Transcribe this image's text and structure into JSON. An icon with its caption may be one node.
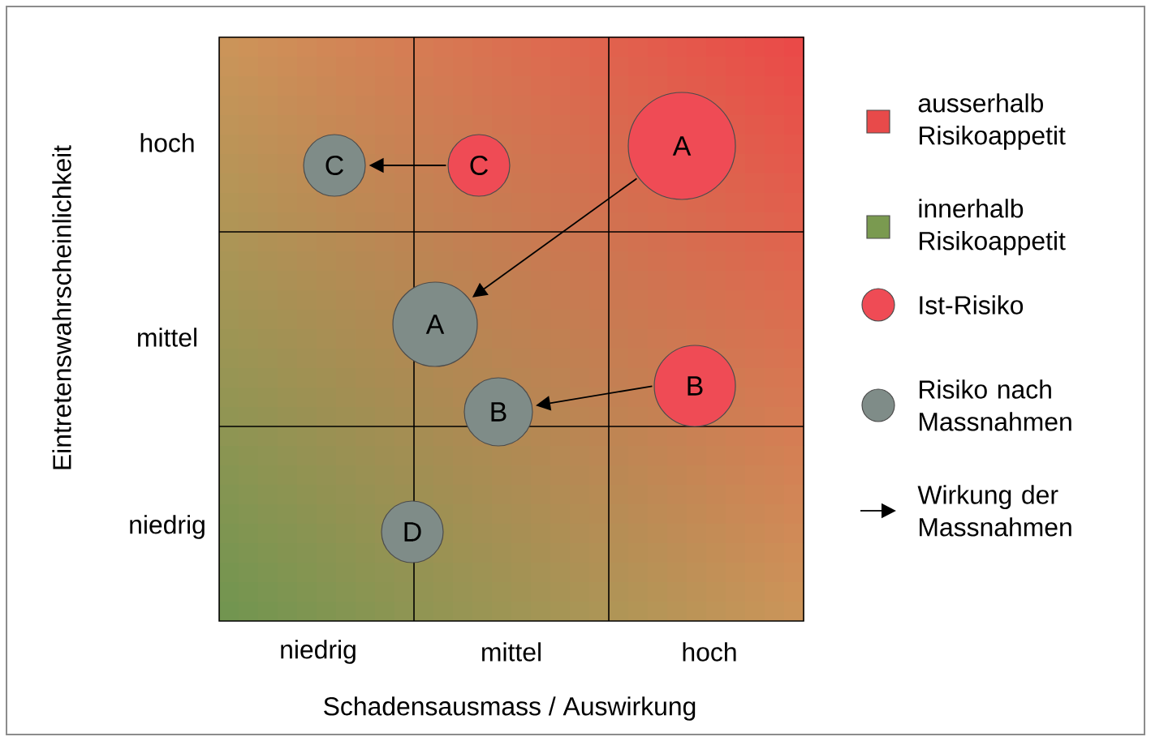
{
  "diagram": {
    "nodes": [
      {
        "text": [
          "C"
        ]
      },
      {
        "text": [
          "C"
        ]
      },
      {
        "text": [
          "A"
        ]
      },
      {
        "text": [
          "A"
        ]
      },
      {
        "text": [
          "B"
        ]
      },
      {
        "text": [
          "B"
        ]
      },
      {
        "text": [
          "D"
        ]
      }
    ],
    "edges": [
      {
        "from": 1,
        "to": 0,
        "arrow": "to"
      },
      {
        "from": 2,
        "to": 3,
        "arrow": "to"
      },
      {
        "from": 5,
        "to": 4,
        "arrow": "to"
      }
    ],
    "labels": [
      "Eintretenswahrscheinlichkeit",
      "hoch",
      "mittel",
      "niedrig",
      "niedrig",
      "mittel",
      "hoch",
      "Schadensausmass / Auswirkung"
    ],
    "legend": [
      {
        "text": "ausserhalb Risikoappetit",
        "color": "#e84a4a"
      },
      {
        "text": "innerhalb Risikoappetit",
        "color": "#7a9a50"
      },
      {
        "text": "Ist-Risiko",
        "color": "#ef4b55"
      },
      {
        "text": "Risiko nach Massnahmen",
        "color": "#7f8c88"
      },
      {
        "text": "Wirkung der Massnahmen"
      }
    ]
  }
}
